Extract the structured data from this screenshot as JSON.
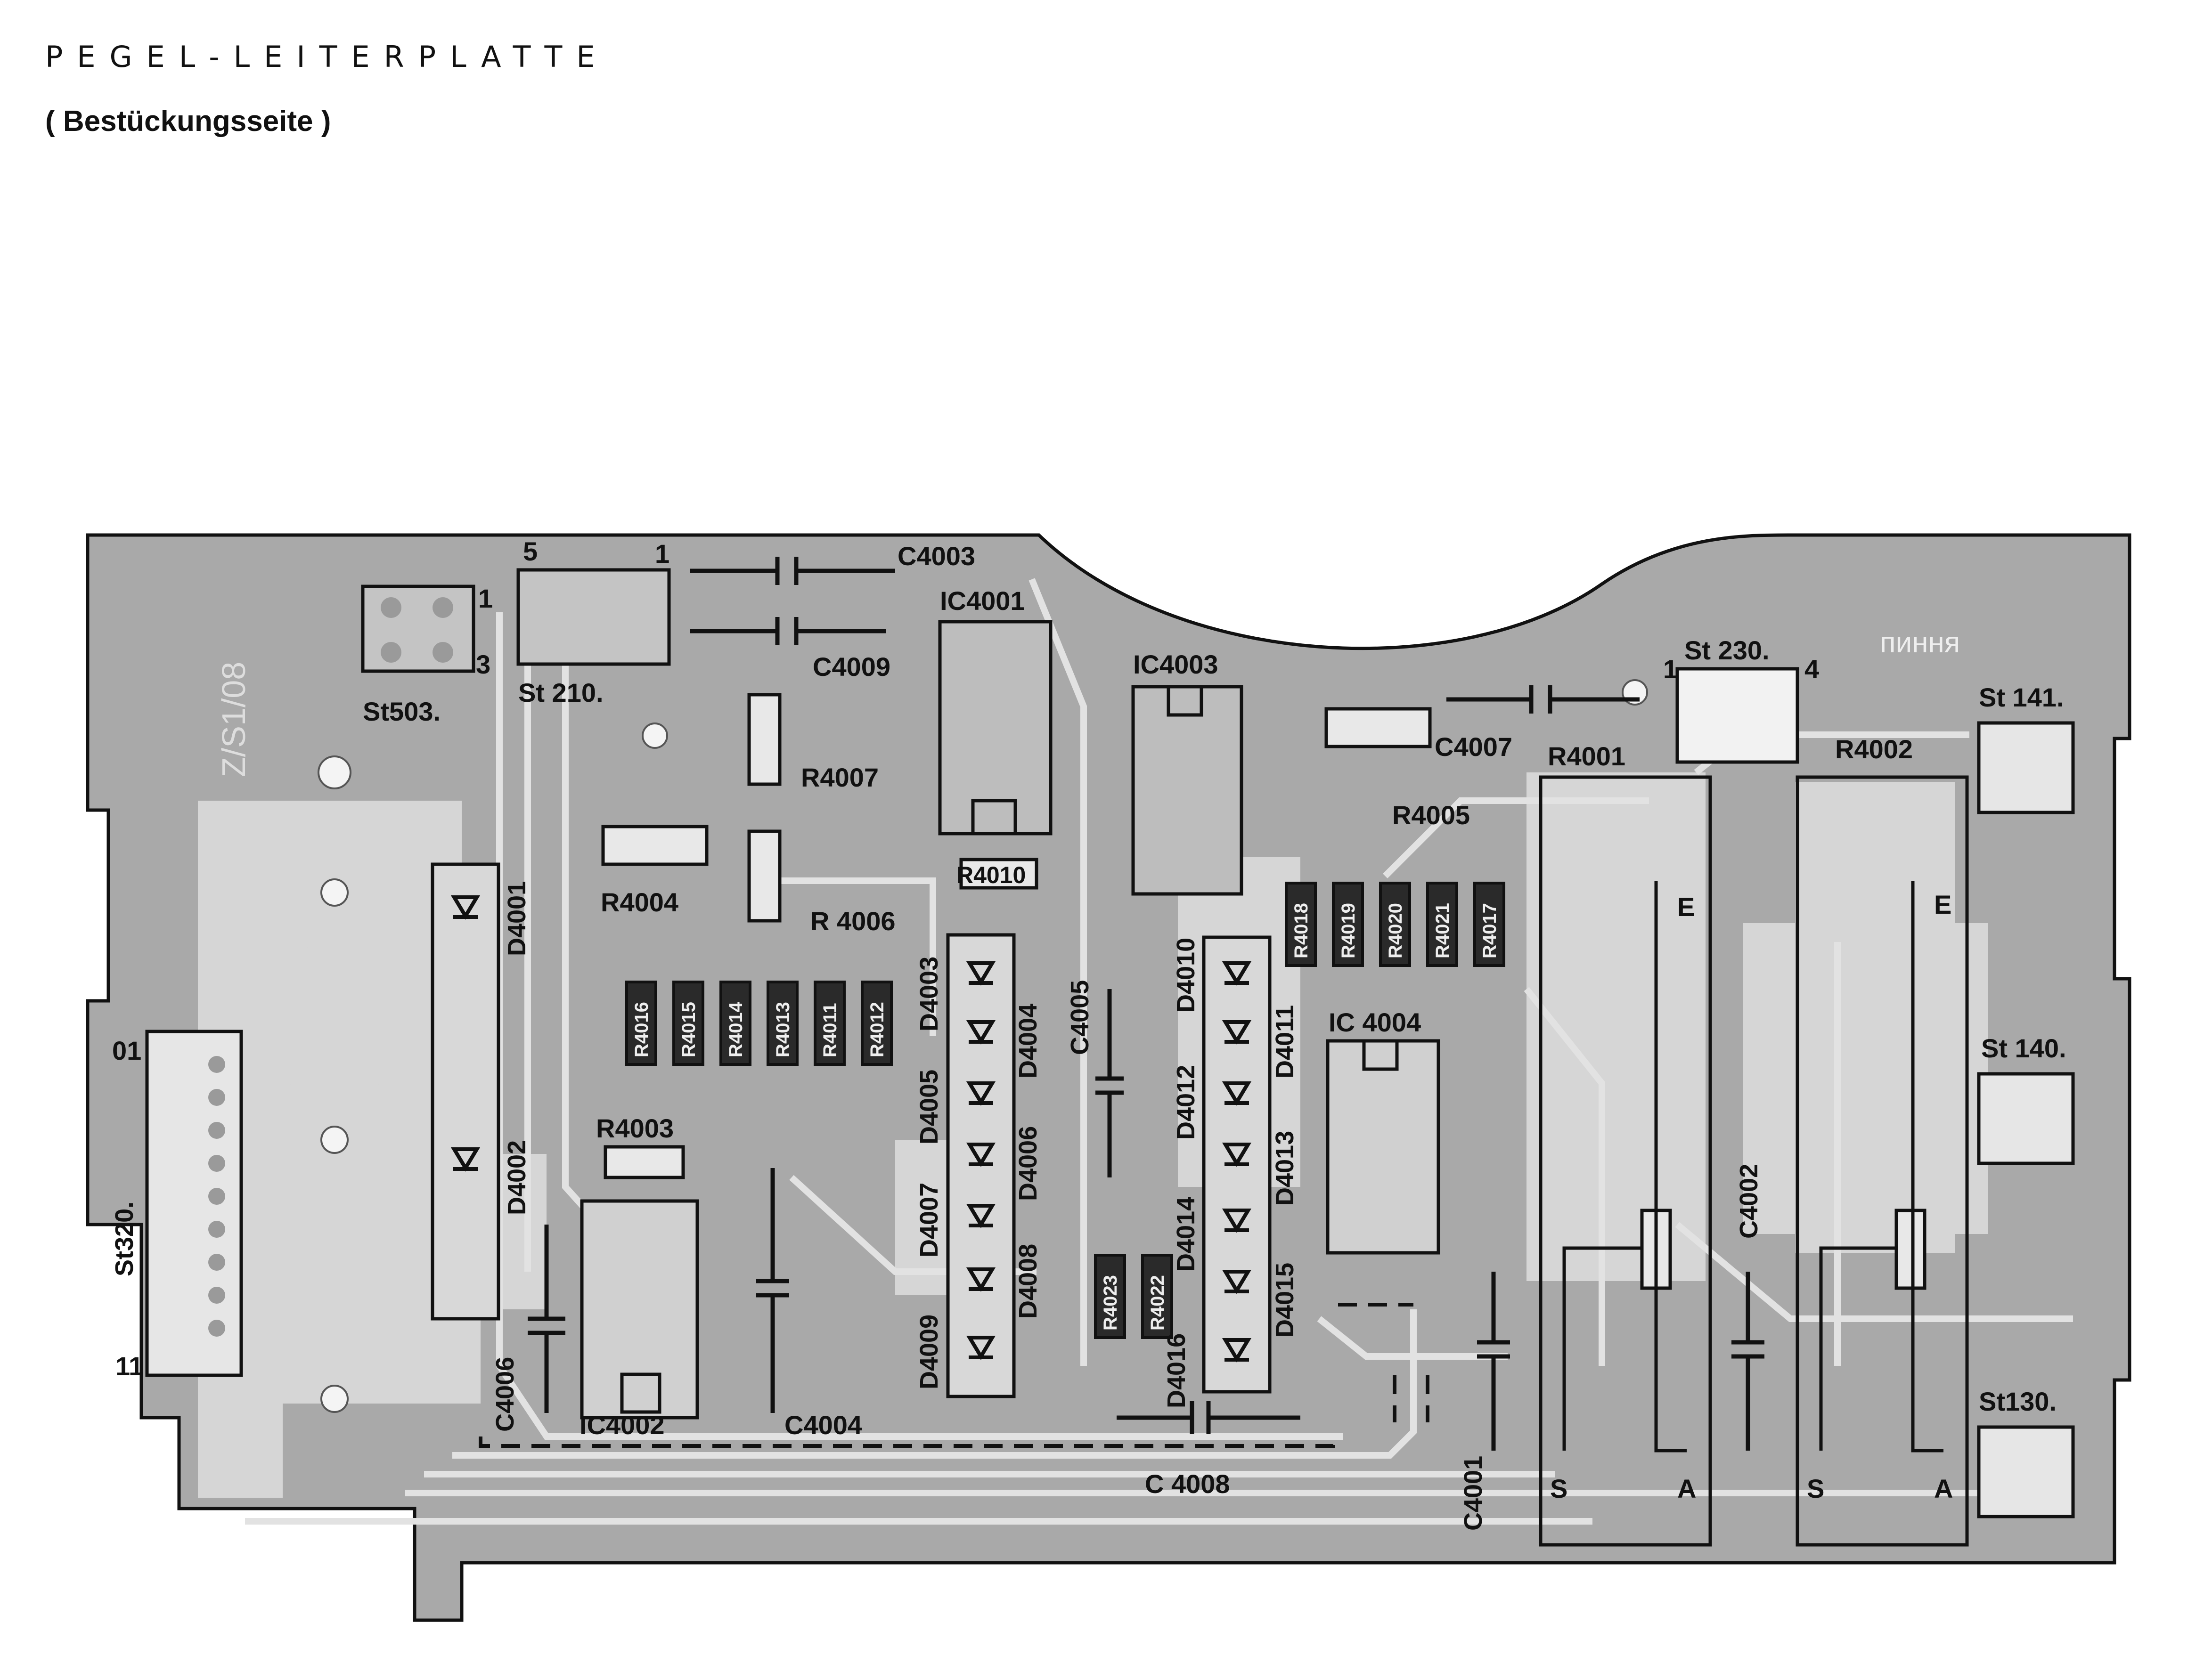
{
  "header": {
    "title": "PEGEL-LEITERPLATTE",
    "subtitle": "( Bestückungsseite )"
  },
  "colors": {
    "board_fill": "#a8a8a8",
    "copper": "#d4d4d4",
    "outline": "#111111",
    "paper": "#ffffff"
  },
  "components": {
    "st503": "St503.",
    "st210": "St 210.",
    "st230": "St 230.",
    "st141": "St 141.",
    "st140": "St 140.",
    "st130": "St130.",
    "st320": "St320.",
    "c4003": "C4003",
    "c4009": "C4009",
    "c4007": "C4007",
    "c4005": "C4005",
    "c4006": "C4006",
    "c4004": "C4004",
    "c4008": "C 4008",
    "c4001": "C4001",
    "c4002": "C4002",
    "ic4001": "IC4001",
    "ic4003": "IC4003",
    "ic4004": "IC 4004",
    "ic4002": "IC4002",
    "r4007": "R4007",
    "r4004": "R4004",
    "r4006": "R 4006",
    "r4005": "R4005",
    "r4003": "R4003",
    "r4010": "R4010",
    "r4001": "R4001",
    "r4002": "R4002",
    "r4016": "R4016",
    "r4015": "R4015",
    "r4014": "R4014",
    "r4013": "R4013",
    "r4011": "R4011",
    "r4012": "R4012",
    "r4018": "R4018",
    "r4019": "R4019",
    "r4020": "R4020",
    "r4021": "R4021",
    "r4017": "R4017",
    "r4023": "R4023",
    "r4022": "R4022",
    "d4001": "D4001",
    "d4002": "D4002",
    "d4003": "D4003",
    "d4004": "D4004",
    "d4005": "D4005",
    "d4006": "D4006",
    "d4007": "D4007",
    "d4008": "D4008",
    "d4009": "D4009",
    "d4010": "D4010",
    "d4011": "D4011",
    "d4012": "D4012",
    "d4013": "D4013",
    "d4014": "D4014",
    "d4015": "D4015",
    "d4016": "D4016"
  },
  "pin_labels": {
    "st503_pin1": "1",
    "st503_pin3": "3",
    "st210_pin5": "5",
    "st210_pin1": "1",
    "st230_pin1": "1",
    "st230_pin4": "4",
    "st320_pin01": "01",
    "st320_pin11": "11",
    "pot_e": "E",
    "pot_s": "S",
    "pot_a": "A"
  },
  "mirrored_marks": [
    "Z/S1/08",
    "пиння"
  ]
}
